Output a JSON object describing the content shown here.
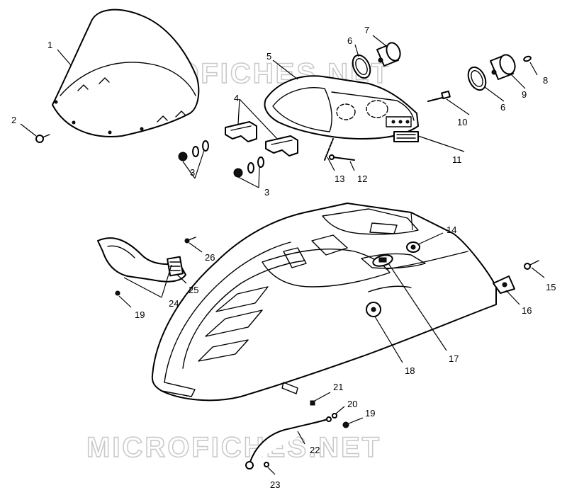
{
  "watermark": "MICROFICHES.NET",
  "callouts": {
    "c1": "1",
    "c2": "2",
    "c3a": "3",
    "c3b": "3",
    "c4": "4",
    "c5": "5",
    "c6a": "6",
    "c6b": "6",
    "c7": "7",
    "c8": "8",
    "c9": "9",
    "c10": "10",
    "c11": "11",
    "c12": "12",
    "c13": "13",
    "c14": "14",
    "c15": "15",
    "c16": "16",
    "c17": "17",
    "c18": "18",
    "c19a": "19",
    "c19b": "19",
    "c20": "20",
    "c21": "21",
    "c22": "22",
    "c23": "23",
    "c24": "24",
    "c25": "25",
    "c26": "26"
  },
  "colors": {
    "ink": "#000000",
    "watermark": "#c8c8c8",
    "background": "#ffffff"
  }
}
